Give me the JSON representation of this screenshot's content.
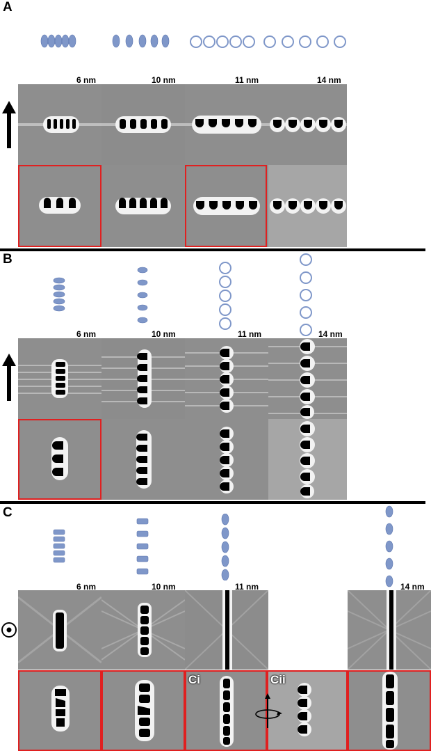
{
  "panels": [
    {
      "id": "A",
      "label": "A",
      "spacings": [
        "6 nm",
        "10 nm",
        "11 nm",
        "14 nm"
      ]
    },
    {
      "id": "B",
      "label": "B",
      "spacings": [
        "6 nm",
        "10 nm",
        "11 nm",
        "14 nm"
      ]
    },
    {
      "id": "C",
      "label": "C",
      "spacings": [
        "6 nm",
        "10 nm",
        "11 nm",
        "14 nm"
      ],
      "sublabels": [
        "Ci",
        "Cii"
      ]
    }
  ],
  "colors": {
    "red_box": "#e02020",
    "molecule": "#7f97c9",
    "tile_bg": "#8e8e8e",
    "tile_bg_light": "#a6a6a6"
  },
  "icons": {
    "panel_a_arrow": "up-arrow-icon",
    "panel_b_arrow": "up-arrow-icon",
    "panel_c_symbol": "out-of-plane-dot-icon",
    "rotation_symbol": "rotation-axis-icon"
  }
}
